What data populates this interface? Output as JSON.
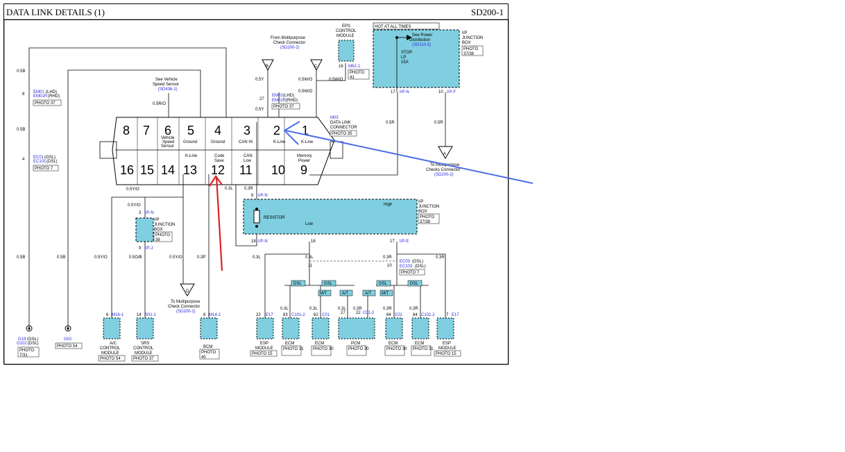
{
  "header": {
    "title": "DATA LINK DETAILS (1)",
    "code": "SD200-1"
  },
  "connector": {
    "name": "M03",
    "line1": "DATA LINK",
    "line2": "CONNECTOR",
    "photo": "PHOTO 35",
    "top_pins": [
      "8",
      "7",
      "6",
      "5",
      "4",
      "3",
      "2",
      "1"
    ],
    "bottom_pins": [
      "16",
      "15",
      "14",
      "13",
      "12",
      "11",
      "10",
      "9"
    ],
    "pin6_label": [
      "Vehicle",
      "Speed",
      "Sensor"
    ],
    "pin5_label": "Ground",
    "pin4_label": "Ground",
    "pin3_label": "CAN Hi",
    "pin2_label": "K-Line",
    "pin1_label": "K-Line",
    "pin13_label": "K-Line",
    "pin12_label": [
      "Code",
      "Save"
    ],
    "pin11_label": [
      "CAN",
      "Low"
    ],
    "pin9_label": [
      "Memory",
      "Power"
    ]
  },
  "left": {
    "w1": "0.5B",
    "em01_pin": "8",
    "em01": "EM01",
    "em01_n": "(LHD)",
    "em01r": "EM01R",
    "em01r_n": "(RHD)",
    "photo1": "PHOTO 37",
    "w2": "0.5B",
    "ec01_pin": "4",
    "ec01": "EC01",
    "ec01_n": "(GSL)",
    "ec101": "EC101",
    "ec101_n": "(DSL)",
    "photo2": "PHOTO 7",
    "w3": "0.5B",
    "w4": "0.5B",
    "g19": "G19",
    "g19_n": "(GSL)",
    "g102": "G102",
    "g102_n": "(DSL)",
    "photo3a": "PHOTO",
    "photo3b": "7/31",
    "g02": "G02",
    "photo4": "PHOTO 54"
  },
  "vss": {
    "l1": "See Vehicle",
    "l2": "Speed Sensor",
    "ref": "(SD436-1)",
    "wire": "0.5R/O"
  },
  "mpc": {
    "l1": "From Multipurpose",
    "l2": "Check Connector",
    "ref": "(SD200-2)",
    "b": "B",
    "c": "C",
    "w_b": "0.5Y",
    "w_c": "0.5W/O",
    "em02_pin": "27",
    "em02": "EM02",
    "em02_n": "(LHD)",
    "em02r": "EM02R",
    "em02r_n": "(RHD)",
    "photo": "PHOTO 37",
    "w_b2": "0.5Y",
    "w_c2": "0.5W/O"
  },
  "eps": {
    "l1": "EPS",
    "l2": "CONTROL",
    "l3": "MODULE",
    "pin": "16",
    "conn": "M62-1",
    "photo_a": "PHOTO",
    "photo_b": "41",
    "wire": "0.5W/O"
  },
  "jbox_top": {
    "hot": "HOT AT ALL TIMES",
    "see1": "See Power",
    "see2": "Distribution",
    "ref": "(SD110-5)",
    "fuse1": "STOP",
    "fuse2": "LP",
    "fuse3": "15A",
    "title1": "I/P",
    "title2": "JUNCTION",
    "title3": "BOX",
    "photo_a": "PHOTO",
    "photo_b": "37/38",
    "pin17": "17",
    "pin17c": "I/P-N",
    "pin10": "10",
    "pin10c": "I/P-F",
    "w1": "0.5R",
    "w2": "0.5R"
  },
  "mpc2": {
    "a": "A",
    "l1": "To Multipurpose",
    "l2": "Checks Connector",
    "ref": "(SD200-2)"
  },
  "lower_left": {
    "w_yo": "0.5Y/O",
    "w_yo2": "0.5Y/O",
    "ip_pin3": "3",
    "ip_c3": "I/P-N",
    "jb1": "I/P",
    "jb2": "JUNCTION",
    "jb3": "BOX",
    "jbp_a": "PHOTO",
    "jbp_b": "38",
    "ip_pin9": "9",
    "ip_c9": "I/P-J",
    "w_ac": "0.5Y/O",
    "w_srs": "0.5O/B",
    "w_d": "0.5Y/O",
    "w_bcm": "0.3P",
    "ac_pin": "6",
    "ac_conn": "M16-1",
    "ac1": "A/C",
    "ac2": "CONTROL",
    "ac3": "MODULE",
    "ac_photo": "PHOTO 54",
    "srs_pin": "14",
    "srs_conn": "S01-1",
    "srs1": "SRS",
    "srs2": "CONTROL",
    "srs3": "MODULE",
    "srs_photo": "PHOTO 37",
    "d": "D",
    "d1": "To Multipurpose",
    "d2": "Check Connector",
    "d_ref": "(SD200-2)",
    "bcm_pin": "8",
    "bcm_conn": "M14-2",
    "bcm": "BCM",
    "bcm_photo_a": "PHOTO",
    "bcm_photo_b": "40"
  },
  "jbox_bot": {
    "w_l": "0.3L",
    "w_r": "0.3R",
    "pin8": "8",
    "pin8c": "I/P-N",
    "high": "High",
    "resistor": "RESISTOR",
    "low": "Low",
    "title1": "I/P",
    "title2": "JUNCTION",
    "title3": "BOX",
    "photo_a": "PHOTO",
    "photo_b": "37/38",
    "pin18l": "18",
    "pin18lc": "I/P-N",
    "pin18": "18",
    "pin17": "17",
    "pin17c": "I/P-E"
  },
  "lower_right": {
    "w1": "0.3L",
    "w2": "0.3L",
    "w3": "0.3R",
    "w4": "0.3R",
    "p11": "11",
    "p10": "10",
    "ec03": "EC03",
    "ec03_n": "(GSL)",
    "ec103": "EC103",
    "ec103_n": "(DSL)",
    "ec_photo": "PHOTO 7",
    "dsl": "DSL",
    "gsl": "GSL",
    "mt": "M/T",
    "at": "A/T",
    "wires": [
      "0.3L",
      "0.3L",
      "0.3L",
      "0.3R",
      "0.3R",
      "0.3R"
    ],
    "modules": [
      {
        "pin": "22",
        "conn": "E17",
        "name1": "ESP",
        "name2": "MODULE",
        "photo": "PHOTO 15"
      },
      {
        "pin": "83",
        "conn": "C101-2",
        "name1": "ECM",
        "name2": "",
        "photo": "PHOTO 31"
      },
      {
        "pin": "62",
        "conn": "C01",
        "name1": "ECM",
        "name2": "",
        "photo": "PHOTO 30"
      },
      {
        "pin": "27",
        "conn": "C01-2",
        "name1": "PCM",
        "name2": "",
        "photo": "PHOTO 30"
      },
      {
        "pin": "84",
        "conn": "C01",
        "name1": "ECM",
        "name2": "",
        "photo": "PHOTO 30"
      },
      {
        "pin": "84",
        "conn": "C101-2",
        "name1": "ECM",
        "name2": "",
        "photo": "PHOTO 31"
      },
      {
        "pin": "7",
        "conn": "E17",
        "name1": "ESP",
        "name2": "MODULE",
        "photo": "PHOTO 15"
      }
    ],
    "pcm_pin2": "22"
  },
  "colors": {
    "module": "#7fcfe0",
    "wire_blue": "#2a2ad8",
    "arrow_blue": "#4c6ee6",
    "arrow_red": "#e02020"
  }
}
